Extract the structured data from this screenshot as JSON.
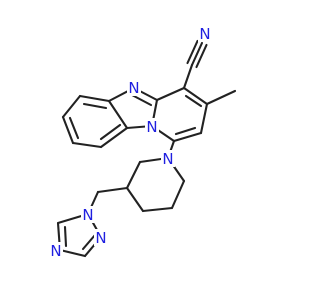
{
  "molecule": {
    "colors": {
      "bond": "#222222",
      "nitrogen": "#1f1fe0",
      "background": "#ffffff"
    },
    "atoms": [
      {
        "id": "n_nitrile",
        "symbol": "N",
        "element": "nitrogen"
      },
      {
        "id": "n_imidazole",
        "symbol": "N",
        "element": "nitrogen"
      },
      {
        "id": "n_bridge",
        "symbol": "N",
        "element": "nitrogen"
      },
      {
        "id": "n_piperidine",
        "symbol": "N",
        "element": "nitrogen"
      },
      {
        "id": "n_triazole_1",
        "symbol": "N",
        "element": "nitrogen"
      },
      {
        "id": "n_triazole_2",
        "symbol": "N",
        "element": "nitrogen"
      },
      {
        "id": "n_triazole_4",
        "symbol": "N",
        "element": "nitrogen"
      }
    ]
  }
}
